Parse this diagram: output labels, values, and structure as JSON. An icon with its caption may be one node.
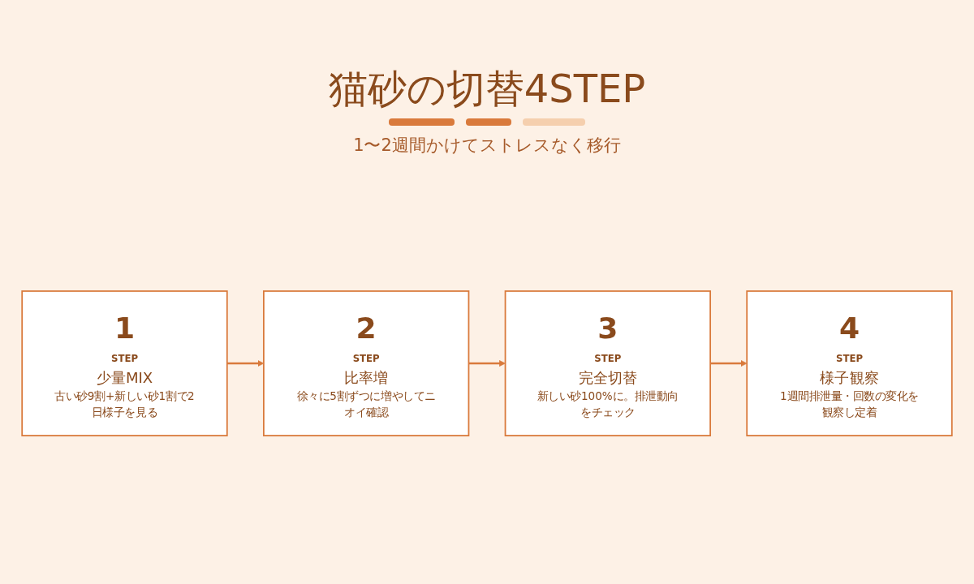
{
  "diagram": {
    "title": "猫砂の切替4STEP",
    "caption": "1〜2週間かけてストレスなく移行",
    "nodes": [
      {
        "text": [
          "1",
          "STEP",
          "少量MIX",
          "古い砂9割+新しい砂1割で2日様子を見る"
        ]
      },
      {
        "text": [
          "2",
          "STEP",
          "比率増",
          "徐々に5割ずつに増やしてニオイ確認"
        ]
      },
      {
        "text": [
          "3",
          "STEP",
          "完全切替",
          "新しい砂100%に。排泄動向をチェック"
        ]
      },
      {
        "text": [
          "4",
          "STEP",
          "様子観察",
          "1週間排泄量・回数の変化を観察し定着"
        ]
      }
    ],
    "edges": [
      {
        "from": 0,
        "to": 1,
        "arrow": "to"
      },
      {
        "from": 1,
        "to": 2,
        "arrow": "to"
      },
      {
        "from": 2,
        "to": 3,
        "arrow": "to"
      }
    ]
  }
}
